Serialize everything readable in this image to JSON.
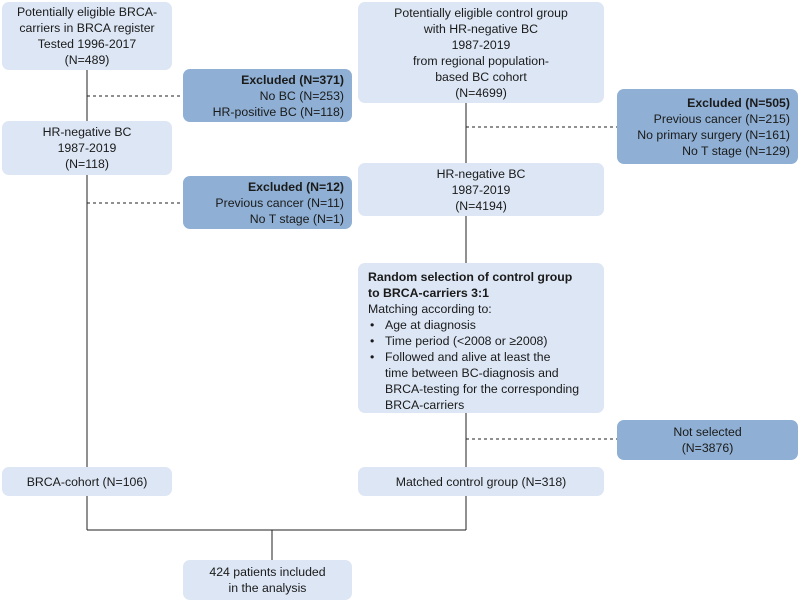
{
  "boxes": {
    "brca_register": [
      "Potentially eligible BRCA-",
      "carriers in BRCA register",
      "Tested 1996-2017",
      "(N=489)"
    ],
    "excluded_371": {
      "title": "Excluded (N=371)",
      "lines": [
        "No BC (N=253)",
        "HR-positive BC (N=118)"
      ]
    },
    "brca_hr_negative": [
      "HR-negative BC",
      "1987-2019",
      "(N=118)"
    ],
    "excluded_12": {
      "title": "Excluded (N=12)",
      "lines": [
        "Previous cancer (N=11)",
        "No T stage (N=1)"
      ]
    },
    "brca_cohort": [
      "BRCA-cohort (N=106)"
    ],
    "control_eligible": [
      "Potentially eligible control group",
      "with HR-negative BC",
      "1987-2019",
      "from regional population-",
      "based BC cohort",
      "(N=4699)"
    ],
    "excluded_505": {
      "title": "Excluded (N=505)",
      "lines": [
        "Previous cancer (N=215)",
        "No primary surgery (N=161)",
        "No T stage (N=129)"
      ]
    },
    "control_hr_negative": [
      "HR-negative BC",
      "1987-2019",
      "(N=4194)"
    ],
    "random_selection": {
      "heading": [
        "Random selection of control group",
        "to BRCA-carriers 3:1"
      ],
      "intro": "Matching according to:",
      "bullets": [
        [
          "Age at diagnosis"
        ],
        [
          "Time period (<2008 or ≥2008)"
        ],
        [
          "Followed and alive at least the",
          "time between BC-diagnosis and",
          "BRCA-testing for the corresponding",
          "BRCA-carriers"
        ]
      ]
    },
    "not_selected": [
      "Not selected",
      "(N=3876)"
    ],
    "matched_control": [
      "Matched control group (N=318)"
    ],
    "included": [
      "424 patients included",
      "in the analysis"
    ]
  },
  "colors": {
    "box_light": "#dce6f4",
    "box_dark": "#8fb0d4",
    "line": "#222222"
  }
}
